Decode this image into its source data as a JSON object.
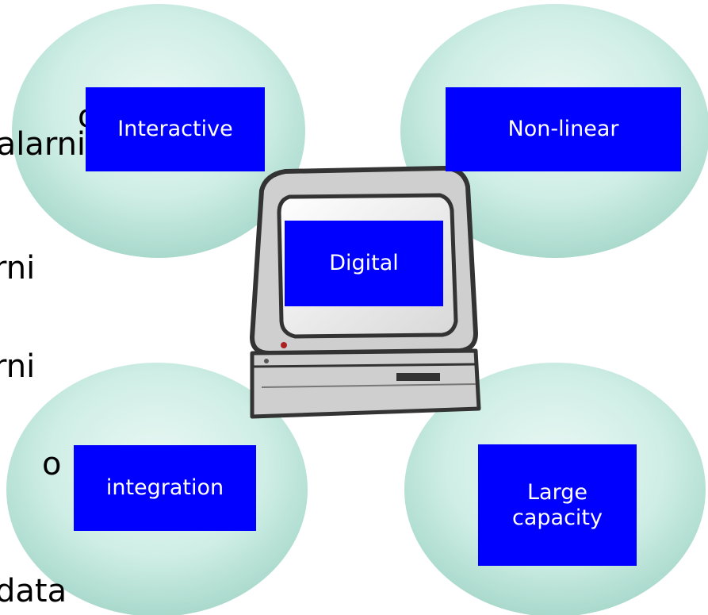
{
  "background_text": {
    "line1": "oz",
    "line2": "talarni",
    "line3": "rni",
    "line4": "rni",
    "line5": "o",
    "line6": "data"
  },
  "center": {
    "label": "Digital"
  },
  "nodes": {
    "interactive": {
      "label": "Interactive"
    },
    "nonlinear": {
      "label": "Non-linear"
    },
    "integration": {
      "label": "integration"
    },
    "capacity": {
      "label": "Large\ncapacity"
    }
  },
  "colors": {
    "node_fill": "#bfe6dd",
    "label_box": "#0000ff",
    "label_text": "#ffffff",
    "monitor_body": "#c8c8c8",
    "outline": "#333333"
  }
}
